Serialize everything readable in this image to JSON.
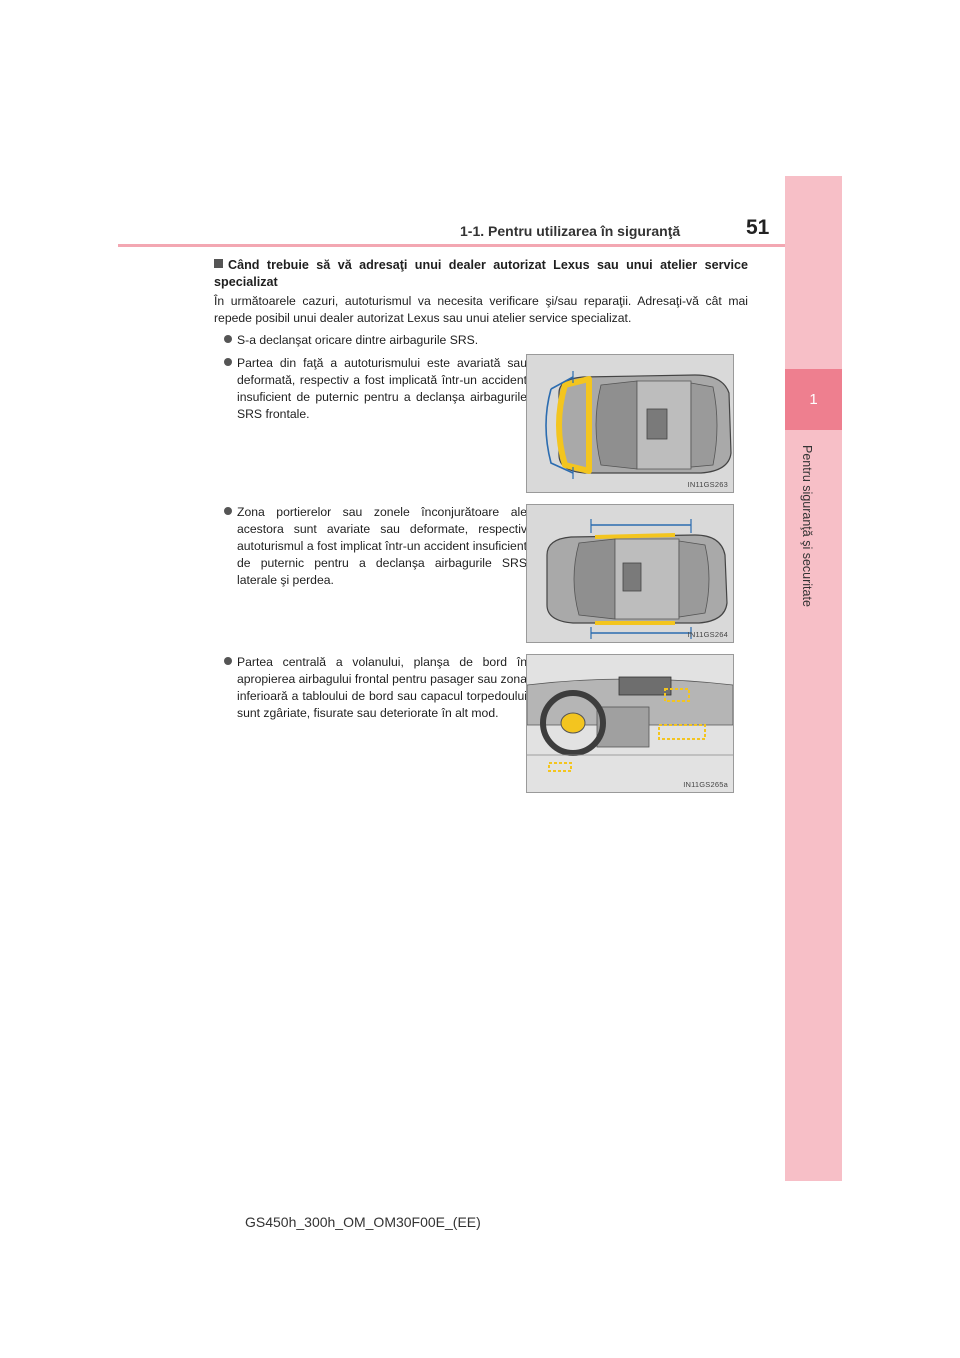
{
  "header": {
    "section_title": "1-1. Pentru utilizarea în siguranţă",
    "page_number": "51",
    "rule_color": "#f3a7b2"
  },
  "sidebar": {
    "chapter_number": "1",
    "chapter_label": "Pentru siguranţă şi securitate",
    "tab_color": "#ee7f8f",
    "band_color": "#f7bfc7"
  },
  "content": {
    "heading": "Când trebuie să vă adresaţi unui dealer autorizat Lexus sau unui atelier service specializat",
    "intro": "În următoarele cazuri, autoturismul va necesita verificare şi/sau reparaţii. Adresaţi-vă cât mai repede posibil unui dealer autorizat Lexus sau unui atelier service specializat.",
    "bullets": [
      "S-a declanşat oricare dintre airbagurile SRS.",
      "Partea din faţă a autoturismului este avariată sau deformată, respectiv a fost implicată într-un accident insuficient de puternic pentru a declanşa airbagurile SRS frontale.",
      "Zona portierelor sau zonele înconjurătoare ale acestora sunt avariate sau deformate, respectiv autoturismul a fost implicat într-un accident insuficient de puternic pentru a declanşa airbagurile SRS laterale şi perdea.",
      "Partea centrală a volanului, planşa de bord în apropierea airbagului frontal pentru pasager sau zona inferioară a tabloului de bord sau capacul torpedoului sunt zgâriate, fisurate sau deteriorate în alt mod."
    ]
  },
  "figures": [
    {
      "code": "IN11GS263"
    },
    {
      "code": "IN11GS264"
    },
    {
      "code": "IN11GS265a"
    }
  ],
  "footer": {
    "doc_id": "GS450h_300h_OM_OM30F00E_(EE)"
  }
}
